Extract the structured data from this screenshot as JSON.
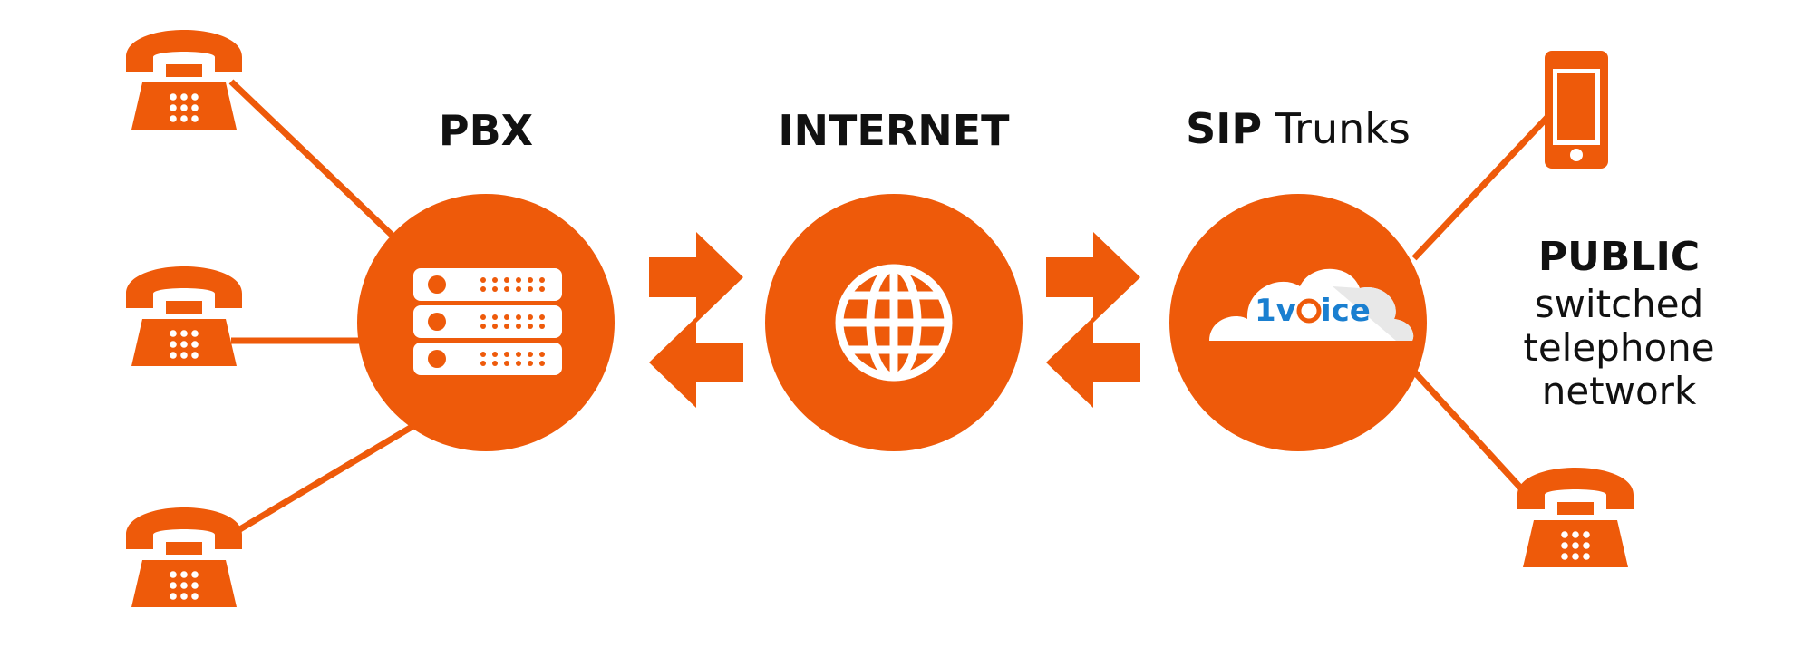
{
  "colors": {
    "accent": "#ee5a0a",
    "text": "#111111",
    "background": "#ffffff",
    "logo_blue": "#1a7fd0"
  },
  "labels": {
    "pbx": "PBX",
    "internet": "INTERNET",
    "sip_bold": "SIP",
    "sip_light": "Trunks",
    "pstn_line1": "PUBLIC",
    "pstn_line2": "switched",
    "pstn_line3": "telephone",
    "pstn_line4": "network"
  },
  "logo": {
    "text": "1voice"
  },
  "icons": {
    "phones": [
      "telephone-icon",
      "telephone-icon",
      "telephone-icon",
      "telephone-icon"
    ],
    "mobile": "mobile-phone-icon",
    "server": "server-icon",
    "globe": "globe-icon",
    "cloud": "cloud-icon",
    "arrows": "bidirectional-arrows-icon"
  }
}
